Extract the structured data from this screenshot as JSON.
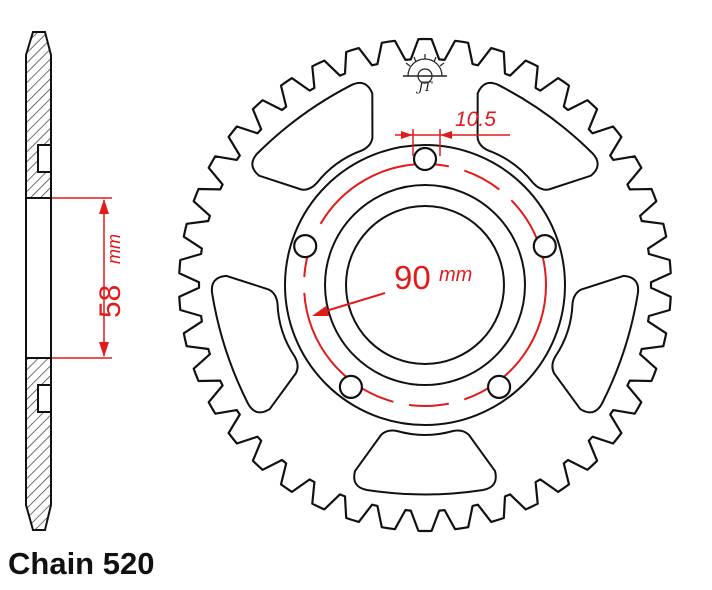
{
  "colors": {
    "dimension": "#e21a1a",
    "outline": "#111111",
    "hatch": "#333333"
  },
  "dimensions": {
    "hub_height_value": "58",
    "hub_height_unit": "mm",
    "bolt_circle_value": "90",
    "bolt_circle_unit": "mm",
    "bolt_hole_value": "10.5"
  },
  "sprocket": {
    "tooth_count": 42,
    "bolt_holes": 5
  },
  "caption": "Chain 520",
  "logo": {
    "icon": "jt-sunburst-logo-icon",
    "text": "JT"
  }
}
